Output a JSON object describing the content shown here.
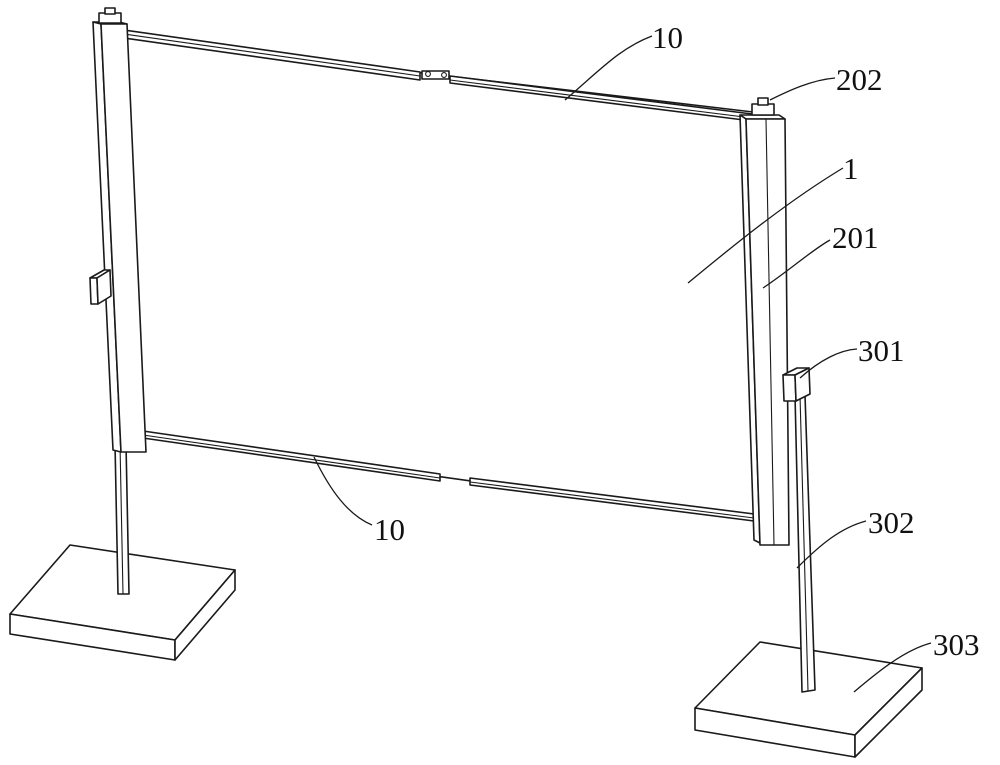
{
  "labels": {
    "board": "1",
    "upright": "201",
    "cap": "202",
    "clamp": "301",
    "pole": "302",
    "base": "303",
    "rail_top": "10",
    "rail_bottom": "10"
  }
}
